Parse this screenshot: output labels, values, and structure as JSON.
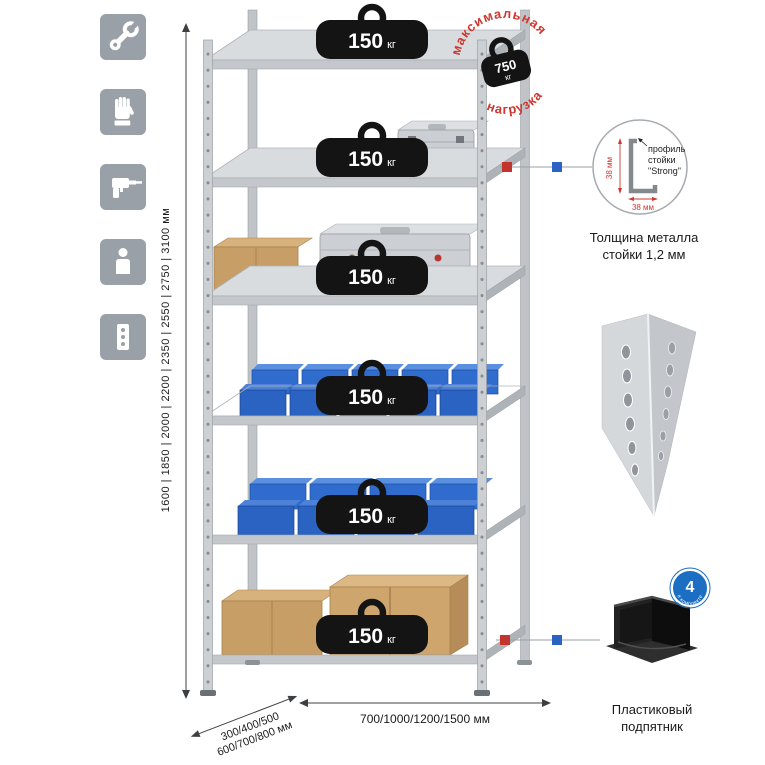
{
  "colors": {
    "accent_red": "#cf3730",
    "accent_blue": "#2a63c2",
    "badge_blue": "#1b6ec2",
    "tile_gray": "#99a0a7",
    "weight_black": "#141414",
    "bin_blue": "#2f6ccd",
    "cardboard": "#c79e66"
  },
  "feature_icons": [
    {
      "name": "wrench"
    },
    {
      "name": "work-glove"
    },
    {
      "name": "drill"
    },
    {
      "name": "person"
    },
    {
      "name": "perforated-profile"
    }
  ],
  "dimensions": {
    "height": "1600 | 1850 | 2000 | 2200 | 2350 | 2550 | 2750 | 3100 мм",
    "depth_line1": "300/400/500",
    "depth_line2": "600/700/800 мм",
    "width": "700/1000/1200/1500 мм"
  },
  "shelves": [
    {
      "value": "150",
      "unit": "кг"
    },
    {
      "value": "150",
      "unit": "кг"
    },
    {
      "value": "150",
      "unit": "кг"
    },
    {
      "value": "150",
      "unit": "кг"
    },
    {
      "value": "150",
      "unit": "кг"
    },
    {
      "value": "150",
      "unit": "кг"
    }
  ],
  "max_load": {
    "arc_top": "максимальная",
    "arc_bottom": "нагрузка",
    "value": "750",
    "unit": "кг"
  },
  "post_profile": {
    "dim_vertical": "38 мм",
    "dim_horizontal": "38 мм",
    "label_line1": "профиль",
    "label_line2": "стойки",
    "label_line3": "\"Strong\"",
    "caption_line1": "Толщина металла",
    "caption_line2": "стойки 1,2 мм"
  },
  "foot": {
    "badge_value": "4",
    "badge_text": "в комплекте",
    "caption_line1": "Пластиковый",
    "caption_line2": "подпятник"
  }
}
